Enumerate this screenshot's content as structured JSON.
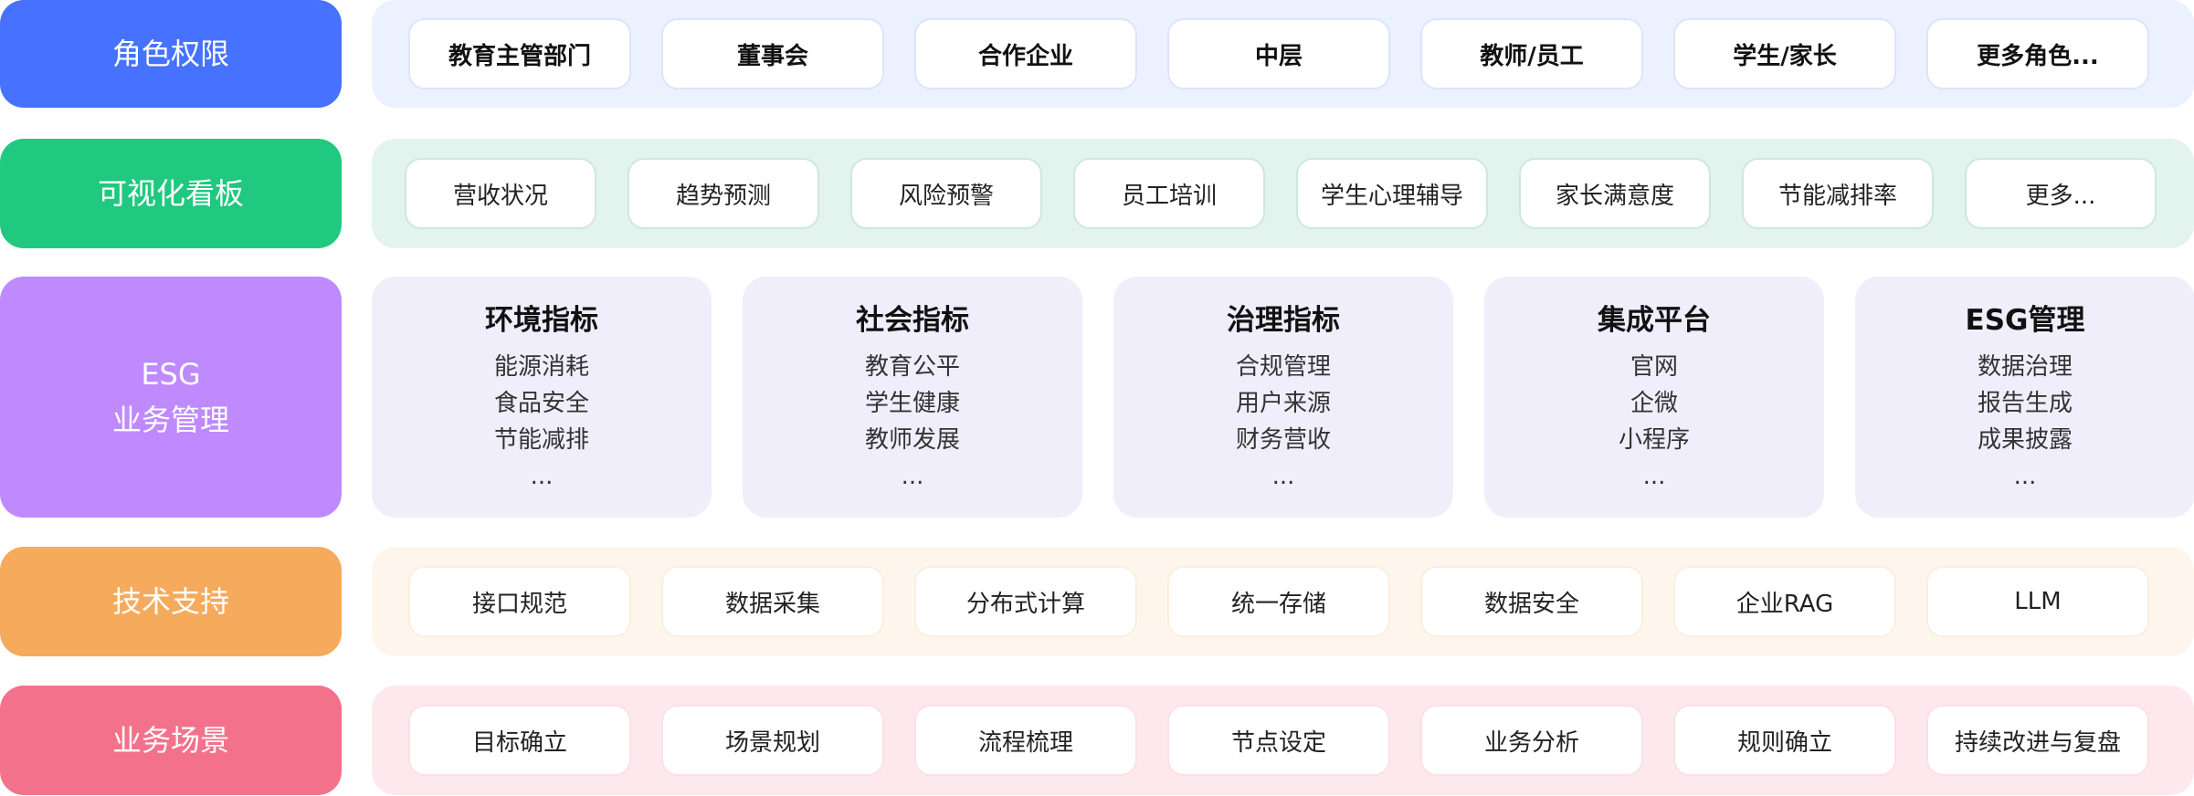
{
  "rows": [
    {
      "label": "角色权限",
      "color": "#4672FF",
      "items": [
        "教育主管部门",
        "董事会",
        "合作企业",
        "中层",
        "教师/员工",
        "学生/家长",
        "更多角色..."
      ]
    },
    {
      "label": "可视化看板",
      "color": "#21C87F",
      "items": [
        "营收状况",
        "趋势预测",
        "风险预警",
        "员工培训",
        "学生心理辅导",
        "家长满意度",
        "节能减排率",
        "更多..."
      ]
    },
    {
      "label_line1": "ESG",
      "label_line2": "业务管理",
      "color": "#BE8AFE",
      "cards": [
        {
          "title": "环境指标",
          "items": [
            "能源消耗",
            "食品安全",
            "节能减排",
            "..."
          ]
        },
        {
          "title": "社会指标",
          "items": [
            "教育公平",
            "学生健康",
            "教师发展",
            "..."
          ]
        },
        {
          "title": "治理指标",
          "items": [
            "合规管理",
            "用户来源",
            "财务营收",
            "..."
          ]
        },
        {
          "title": "集成平台",
          "items": [
            "官网",
            "企微",
            "小程序",
            "..."
          ]
        },
        {
          "title": "ESG管理",
          "items": [
            "数据治理",
            "报告生成",
            "成果披露",
            "..."
          ]
        }
      ]
    },
    {
      "label": "技术支持",
      "color": "#F5AA5C",
      "items": [
        "接口规范",
        "数据采集",
        "分布式计算",
        "统一存储",
        "数据安全",
        "企业RAG",
        "LLM"
      ]
    },
    {
      "label": "业务场景",
      "color": "#F4718C",
      "items": [
        "目标确立",
        "场景规划",
        "流程梳理",
        "节点设定",
        "业务分析",
        "规则确立",
        "持续改进与复盘"
      ]
    }
  ]
}
